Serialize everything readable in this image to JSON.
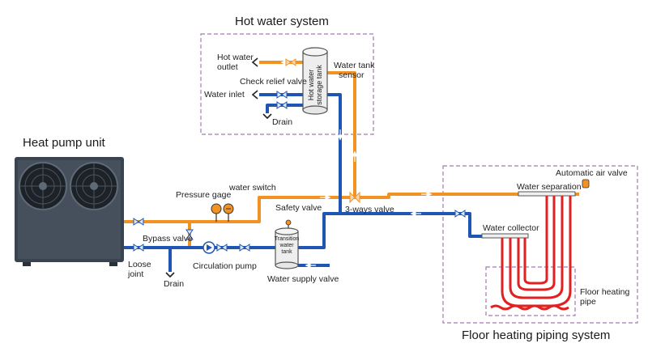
{
  "colors": {
    "hot_pipe": "#f29222",
    "cold_pipe": "#1f56b4",
    "floor_loop": "#e22020",
    "boundary": "#a27ab2",
    "unit_body": "#3a4450"
  },
  "sections": {
    "hot_water_system": "Hot water system",
    "heat_pump_unit": "Heat pump unit",
    "floor_heating_system": "Floor heating piping system"
  },
  "labels": {
    "hot_water_outlet_1": "Hot water",
    "hot_water_outlet_2": "outlet",
    "check_relief_valve": "Check relief valve",
    "water_inlet": "Water inlet",
    "drain_top": "Drain",
    "tank_line1": "Hot water",
    "tank_line2": "storage tank",
    "tank_sensor_1": "Water tank",
    "tank_sensor_2": "sensor",
    "pressure_gage": "Pressure gage",
    "water_switch": "water switch",
    "safety_valve": "Safety valve",
    "three_ways_valve": "3-ways valve",
    "bypass_valve": "Bypass valve",
    "loose_joint_1": "Loose",
    "loose_joint_2": "joint",
    "drain_bottom": "Drain",
    "circulation_pump": "Circulation pump",
    "transition_tank_1": "Transition",
    "transition_tank_2": "water tank",
    "water_supply_valve": "Water supply valve",
    "automatic_air_valve": "Automatic air valve",
    "water_separation": "Water separation",
    "water_collector": "Water collector",
    "floor_heating_pipe_1": "Floor heating",
    "floor_heating_pipe_2": "pipe"
  }
}
